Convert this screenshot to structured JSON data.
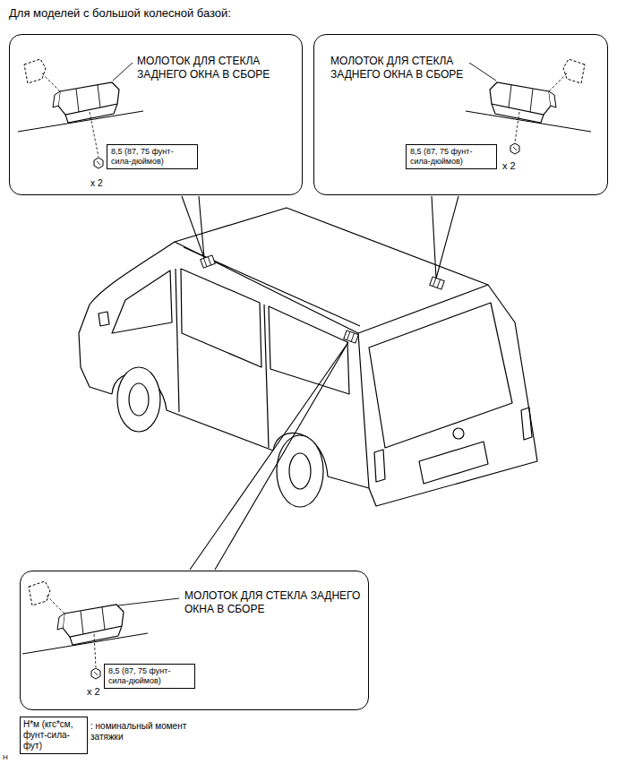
{
  "diagram": {
    "title": "Для моделей с большой колесной базой:",
    "nodes": [
      {
        "text": [
          "МОЛОТОК ДЛЯ СТЕКЛА ЗАДНЕГО ОКНА В СБОРЕ",
          "x 2"
        ]
      },
      {
        "text": [
          "8,5 (87, 75 фунт-сила-дюймов)"
        ],
        "in": 0
      },
      {
        "text": [
          "МОЛОТОК ДЛЯ СТЕКЛА ЗАДНЕГО ОКНА В СБОРЕ",
          "x 2"
        ]
      },
      {
        "text": [
          "8,5 (87, 75 фунт-сила-дюймов)"
        ],
        "in": 2
      },
      {
        "text": [
          "МОЛОТОК ДЛЯ СТЕКЛА ЗАДНЕГО ОКНА В СБОРЕ",
          "x 2"
        ]
      },
      {
        "text": [
          "8,5 (87, 75 фунт-сила-дюймов)"
        ],
        "in": 4
      },
      {
        "text": [
          "Н*м (кгс*см, фунт-сила-фут)"
        ]
      }
    ],
    "labels": [
      ": номинальный момент затяжки",
      "H"
    ]
  }
}
